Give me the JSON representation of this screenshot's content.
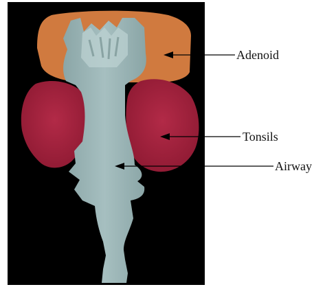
{
  "labels": {
    "adenoid": "Adenoid",
    "tonsils": "Tonsils",
    "airway": "Airway"
  },
  "colors": {
    "background_panel": "#000000",
    "adenoid": "#d07a3f",
    "tonsils": "#a3213c",
    "airway": "#97b1b2",
    "airway_highlight": "#bed3d3",
    "pointer": "#000000",
    "page": "#ffffff"
  }
}
